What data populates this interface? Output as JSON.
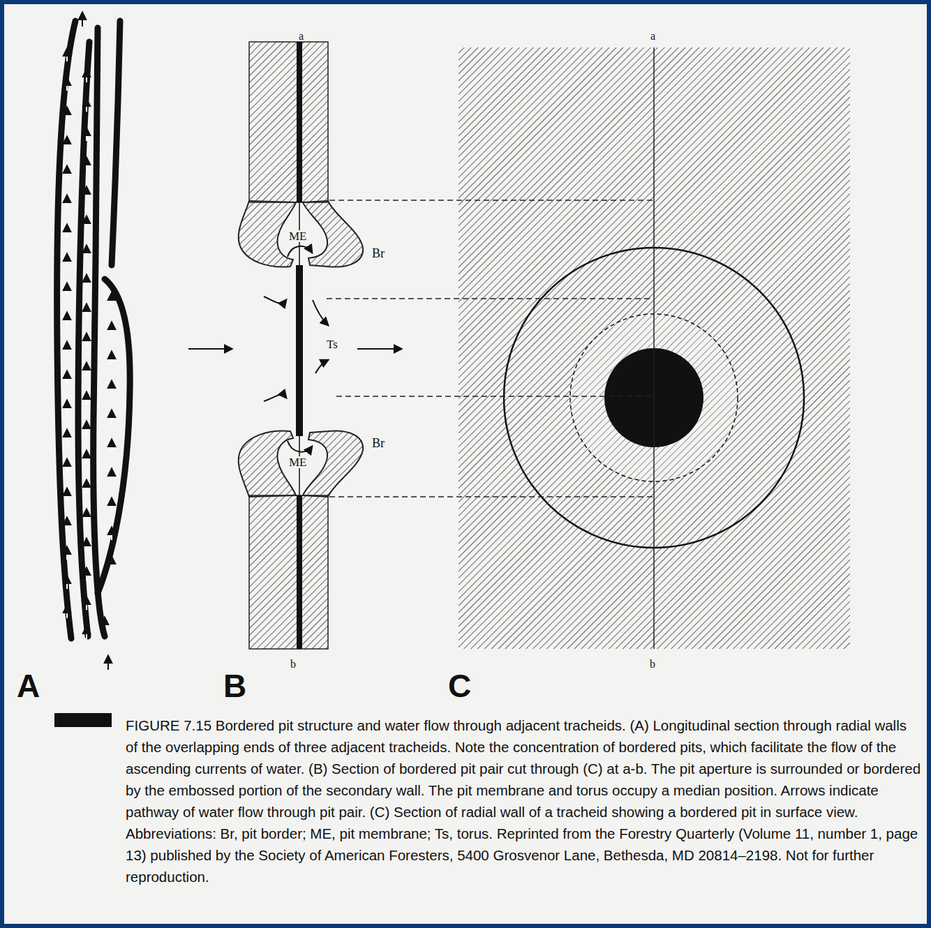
{
  "diagram": {
    "caption": "FIGURE 7.15 Bordered pit structure and water flow through adjacent tracheids. (A) Longitudinal section through radial walls of the overlapping ends of three adjacent tracheids. Note the concentration of bordered pits, which facilitate the flow of the ascending currents of water. (B) Section of bordered pit pair cut through (C) at a-b. The pit aperture is surrounded or bordered by the embossed portion of the secondary wall. The pit membrane and torus occupy a median position. Arrows indicate pathway of water flow through pit pair. (C) Section of radial wall of a tracheid showing a bordered pit in surface view. Abbreviations: Br, pit border; ME, pit membrane; Ts, torus. Reprinted from the Forestry Quarterly (Volume 11, number 1, page 13) published by the Society of American Foresters, 5400 Grosvenor Lane, Bethesda, MD 20814–2198. Not for further reproduction.",
    "labels": [
      "a",
      "a",
      "ME",
      "Br",
      "Ts",
      "Br",
      "ME",
      "b",
      "b",
      "A",
      "B",
      "C"
    ]
  }
}
